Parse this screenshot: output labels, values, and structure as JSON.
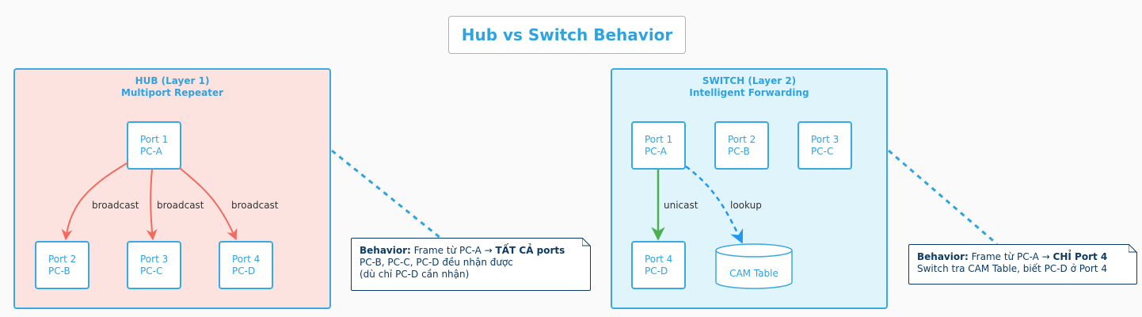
{
  "title": "Hub vs Switch Behavior",
  "colors": {
    "accent": "#3aa8e2",
    "hub_bg": "#fde3e0",
    "switch_bg": "#e0f4fc",
    "broadcast_edge": "#f26b5e",
    "unicast_edge": "#4caf50",
    "lookup_edge": "#2196f3",
    "note_border": "#0d3b66"
  },
  "hub": {
    "title_line1": "HUB (Layer 1)",
    "title_line2": "Multiport Repeater",
    "nodes": {
      "port1": {
        "port": "Port 1",
        "pc": "PC-A"
      },
      "port2": {
        "port": "Port 2",
        "pc": "PC-B"
      },
      "port3": {
        "port": "Port 3",
        "pc": "PC-C"
      },
      "port4": {
        "port": "Port 4",
        "pc": "PC-D"
      }
    },
    "edges": [
      "broadcast",
      "broadcast",
      "broadcast"
    ]
  },
  "switch": {
    "title_line1": "SWITCH (Layer 2)",
    "title_line2": "Intelligent Forwarding",
    "nodes": {
      "port1": {
        "port": "Port 1",
        "pc": "PC-A"
      },
      "port2": {
        "port": "Port 2",
        "pc": "PC-B"
      },
      "port3": {
        "port": "Port 3",
        "pc": "PC-C"
      },
      "port4": {
        "port": "Port 4",
        "pc": "PC-D"
      }
    },
    "cam_table": "CAM Table",
    "edges": {
      "unicast": "unicast",
      "lookup": "lookup"
    }
  },
  "notes": {
    "hub": {
      "label": "Behavior:",
      "text1": " Frame từ PC-A → ",
      "bold": "TẤT CẢ ports",
      "line2": "PC-B, PC-C, PC-D đều nhận được",
      "line3": "(dù chỉ PC-D cần nhận)"
    },
    "switch": {
      "label": "Behavior:",
      "text1": " Frame từ PC-A → ",
      "bold": "CHỈ Port 4",
      "line2": "Switch tra CAM Table, biết PC-D ở Port 4"
    }
  }
}
